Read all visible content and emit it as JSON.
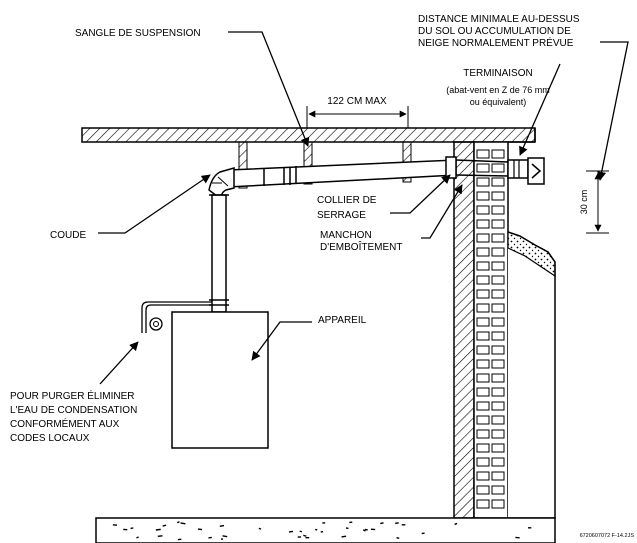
{
  "labels": {
    "strap": "SANGLE DE SUSPENSION",
    "spacing": "122 CM MAX",
    "min_distance_lines": [
      "DISTANCE MINIMALE AU-DESSUS",
      "DU SOL OU ACCUMULATION DE",
      "NEIGE NORMALEMENT PRÉVUE"
    ],
    "termination": "TERMINAISON",
    "termination_note_lines": [
      "(abat-vent en Z de 76 mm",
      "ou équivalent)"
    ],
    "clamp_lines": [
      "COLLIER DE",
      "SERRAGE"
    ],
    "coupling_lines": [
      "MANCHON",
      "D'EMBOÎTEMENT"
    ],
    "elbow": "COUDE",
    "appliance": "APPAREIL",
    "height": "30 cm",
    "drain_lines": [
      "POUR PURGER ÉLIMINER",
      "L'EAU DE CONDENSATION",
      "CONFORMÉMENT AUX",
      "CODES LOCAUX"
    ],
    "figure_code": "6720607072 F-14.2JS"
  },
  "colors": {
    "ink": "#000000",
    "paper": "#ffffff"
  }
}
